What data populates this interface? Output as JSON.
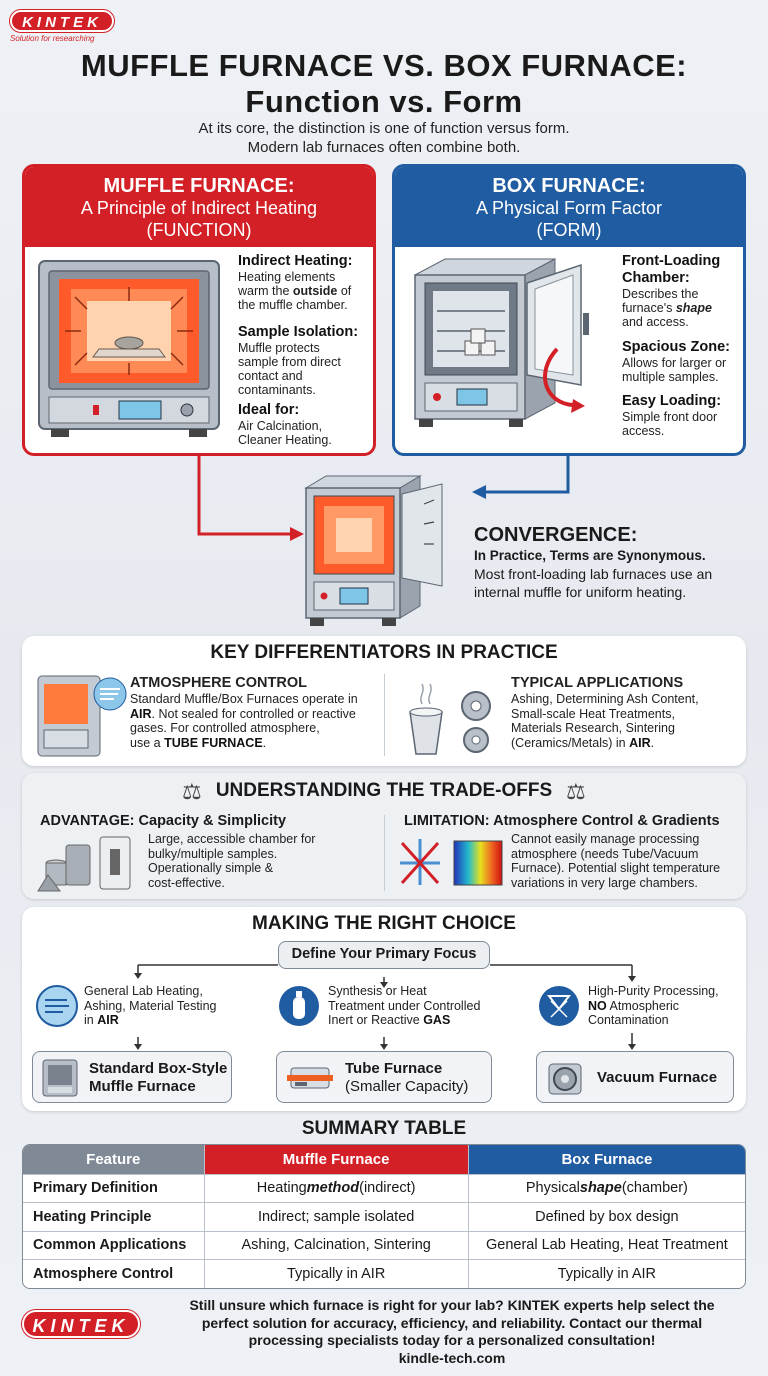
{
  "brand": {
    "logo": "KINTEK",
    "tagline": "Solution for researching"
  },
  "header": {
    "title_line1": "MUFFLE FURNACE VS. BOX FURNACE:",
    "title_line2": "Function vs. Form",
    "subtitle_line1": "At its core, the distinction is one of function versus form.",
    "subtitle_line2": "Modern lab furnaces often combine both."
  },
  "muffle": {
    "h1": "MUFFLE FURNACE:",
    "h2": "A Principle of Indirect Heating",
    "h3": "(FUNCTION)",
    "f1_title": "Indirect Heating:",
    "f1_a": "Heating elements",
    "f1_b": "warm the ",
    "f1_b_bold": "outside",
    "f1_b_end": " of",
    "f1_c": "the muffle chamber.",
    "f2_title": "Sample Isolation:",
    "f2_a": "Muffle protects",
    "f2_b": "sample from direct",
    "f2_c": "contact and",
    "f2_d": "contaminants.",
    "f3_title": "Ideal for:",
    "f3_a": "Air Calcination,",
    "f3_b": "Cleaner Heating."
  },
  "box": {
    "h1": "BOX FURNACE:",
    "h2": "A Physical Form Factor",
    "h3": "(FORM)",
    "f1_title_a": "Front-Loading",
    "f1_title_b": "Chamber:",
    "f1_a": "Describes the",
    "f1_b": "furnace's ",
    "f1_b_bold": "shape",
    "f1_c": "and access.",
    "f2_title": "Spacious Zone:",
    "f2_a": "Allows for larger or",
    "f2_b": "multiple samples.",
    "f3_title": "Easy Loading:",
    "f3_a": "Simple front door",
    "f3_b": "access."
  },
  "convergence": {
    "title": "CONVERGENCE:",
    "line1": "In Practice, Terms are Synonymous.",
    "line2": "Most front-loading lab furnaces use an",
    "line3": "internal muffle for uniform heating."
  },
  "differentiators": {
    "title": "KEY DIFFERENTIATORS IN PRACTICE",
    "atm_title": "ATMOSPHERE CONTROL",
    "atm_1": "Standard Muffle/Box Furnaces operate in",
    "atm_2_bold": "AIR",
    "atm_2": ". Not sealed for controlled or reactive",
    "atm_3": "gases. For controlled atmosphere,",
    "atm_4": "use a ",
    "atm_4_bold": "TUBE FURNACE",
    "atm_4_end": ".",
    "app_title": "TYPICAL APPLICATIONS",
    "app_1": "Ashing, Determining Ash Content,",
    "app_2": "Small-scale Heat Treatments,",
    "app_3": "Materials Research, Sintering",
    "app_4": "(Ceramics/Metals) in ",
    "app_4_bold": "AIR",
    "app_4_end": "."
  },
  "tradeoffs": {
    "title": "UNDERSTANDING THE TRADE-OFFS",
    "adv_title": "ADVANTAGE: Capacity & Simplicity",
    "adv_1": "Large, accessible chamber for",
    "adv_2": "bulky/multiple samples.",
    "adv_3": "Operationally simple &",
    "adv_4": "cost-effective.",
    "lim_title": "LIMITATION: Atmosphere Control & Gradients",
    "lim_1": "Cannot easily manage processing",
    "lim_2": "atmosphere (needs Tube/Vacuum",
    "lim_3": "Furnace). Potential slight temperature",
    "lim_4": "variations in very large chambers."
  },
  "choice": {
    "title": "MAKING THE RIGHT CHOICE",
    "focus": "Define Your Primary Focus",
    "c1_1": "General Lab Heating,",
    "c1_2": "Ashing, Material Testing",
    "c1_3": "in ",
    "c1_3_bold": "AIR",
    "c2_1": "Synthesis or Heat",
    "c2_2": "Treatment under Controlled",
    "c2_3": "Inert or Reactive ",
    "c2_3_bold": "GAS",
    "c3_1": "High-Purity Processing,",
    "c3_2_bold": "NO",
    "c3_2": " Atmospheric",
    "c3_3": "Contamination",
    "r1_1": "Standard Box-Style",
    "r1_2": "Muffle Furnace",
    "r2_1": "Tube Furnace",
    "r2_2": "(Smaller Capacity)",
    "r3_1": "Vacuum Furnace"
  },
  "summary": {
    "title": "SUMMARY TABLE",
    "headers": [
      "Feature",
      "Muffle Furnace",
      "Box Furnace"
    ],
    "rows": [
      {
        "feature": "Primary Definition",
        "muffle_a": "Heating ",
        "muffle_b": "method",
        "muffle_c": " (indirect)",
        "box_a": "Physical ",
        "box_b": "shape",
        "box_c": " (chamber)"
      },
      {
        "feature": "Heating Principle",
        "muffle": "Indirect; sample isolated",
        "box": "Defined by box design"
      },
      {
        "feature": "Common Applications",
        "muffle": "Ashing, Calcination, Sintering",
        "box": "General Lab Heating, Heat Treatment"
      },
      {
        "feature": "Atmosphere Control",
        "muffle": "Typically in AIR",
        "box": "Typically in AIR"
      }
    ]
  },
  "footer": {
    "logo": "KINTEK",
    "line1": "Still unsure which furnace is right for your lab? KINTEK experts help select the",
    "line2": "perfect solution for accuracy, efficiency, and reliability. Contact our thermal",
    "line3": "processing specialists today for a personalized consultation!",
    "url": "kindle-tech.com"
  },
  "colors": {
    "red": "#d32027",
    "blue": "#1f5ca1",
    "gray": "#7f8a96"
  }
}
